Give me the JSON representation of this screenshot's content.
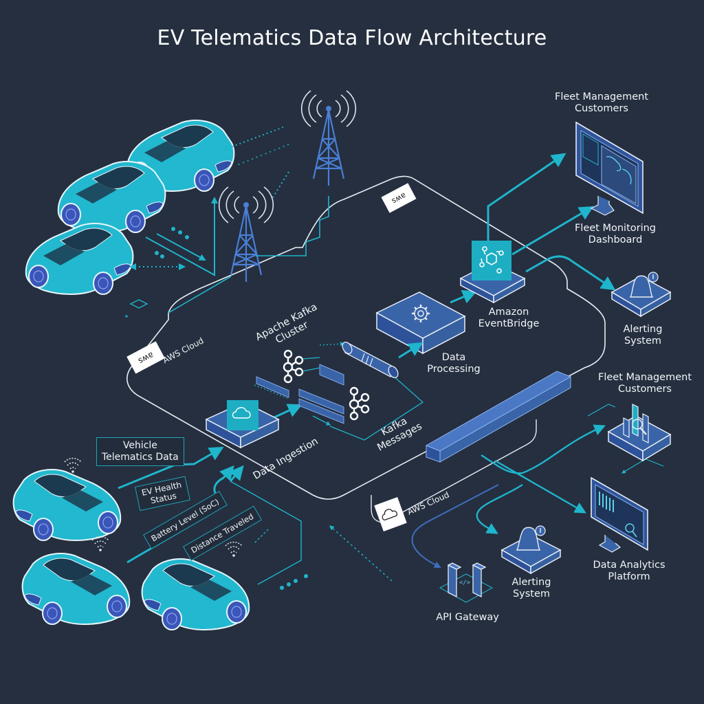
{
  "title": "EV Telematics Data Flow Architecture",
  "colors": {
    "background": "#252f3f",
    "accent_cyan": "#1fb5cc",
    "tile_blue": "#3a64a8",
    "outline_white": "#e8eef5",
    "car_fill": "#22b8cf"
  },
  "regions": {
    "aws_cloud_main": {
      "label": "AWS Cloud",
      "logo": "aws-logo"
    },
    "aws_cloud_lower": {
      "label": "AWS Cloud",
      "logo": "cloud-icon"
    },
    "aws_top_badge": {
      "logo": "aws-logo"
    }
  },
  "sources": {
    "vehicle_telematics_label": "Vehicle\nTelematics Data",
    "signals": [
      {
        "label": "EV Health\nStatus"
      },
      {
        "label": "Battery Level (SoC)"
      },
      {
        "label": "Distance Traveled"
      }
    ]
  },
  "nodes": {
    "data_ingestion": {
      "label": "Data Ingestion",
      "icon": "cloud-ingestion-icon"
    },
    "kafka_cluster": {
      "label": "Apache Kafka\nCluster",
      "icon": "kafka-icon"
    },
    "kafka_messages": {
      "label": "Kafka\nMessages"
    },
    "data_processing": {
      "label": "Data\nProcessing",
      "icon": "gear-icon"
    },
    "eventbridge": {
      "label": "Amazon\nEventBridge",
      "icon": "eventbridge-icon"
    },
    "fleet_customers_top": {
      "label": "Fleet Management\nCustomers"
    },
    "fleet_dashboard": {
      "label": "Fleet Monitoring\nDashboard",
      "icon": "monitor-map-icon"
    },
    "alerting_top": {
      "label": "Alerting\nSystem",
      "icon": "bell-icon"
    },
    "fleet_customers_mid": {
      "label": "Fleet Management\nCustomers",
      "icon": "analytics-bars-icon"
    },
    "data_analytics": {
      "label": "Data Analytics\nPlatform",
      "icon": "monitor-analytics-icon"
    },
    "alerting_bottom": {
      "label": "Alerting\nSystem",
      "icon": "bell-icon"
    },
    "api_gateway": {
      "label": "API Gateway",
      "icon": "api-gateway-icon"
    },
    "data_stream_bar": {
      "label": ""
    }
  },
  "vehicles": {
    "top_group_count": 3,
    "bottom_group_count": 3
  },
  "towers": {
    "count": 2
  }
}
